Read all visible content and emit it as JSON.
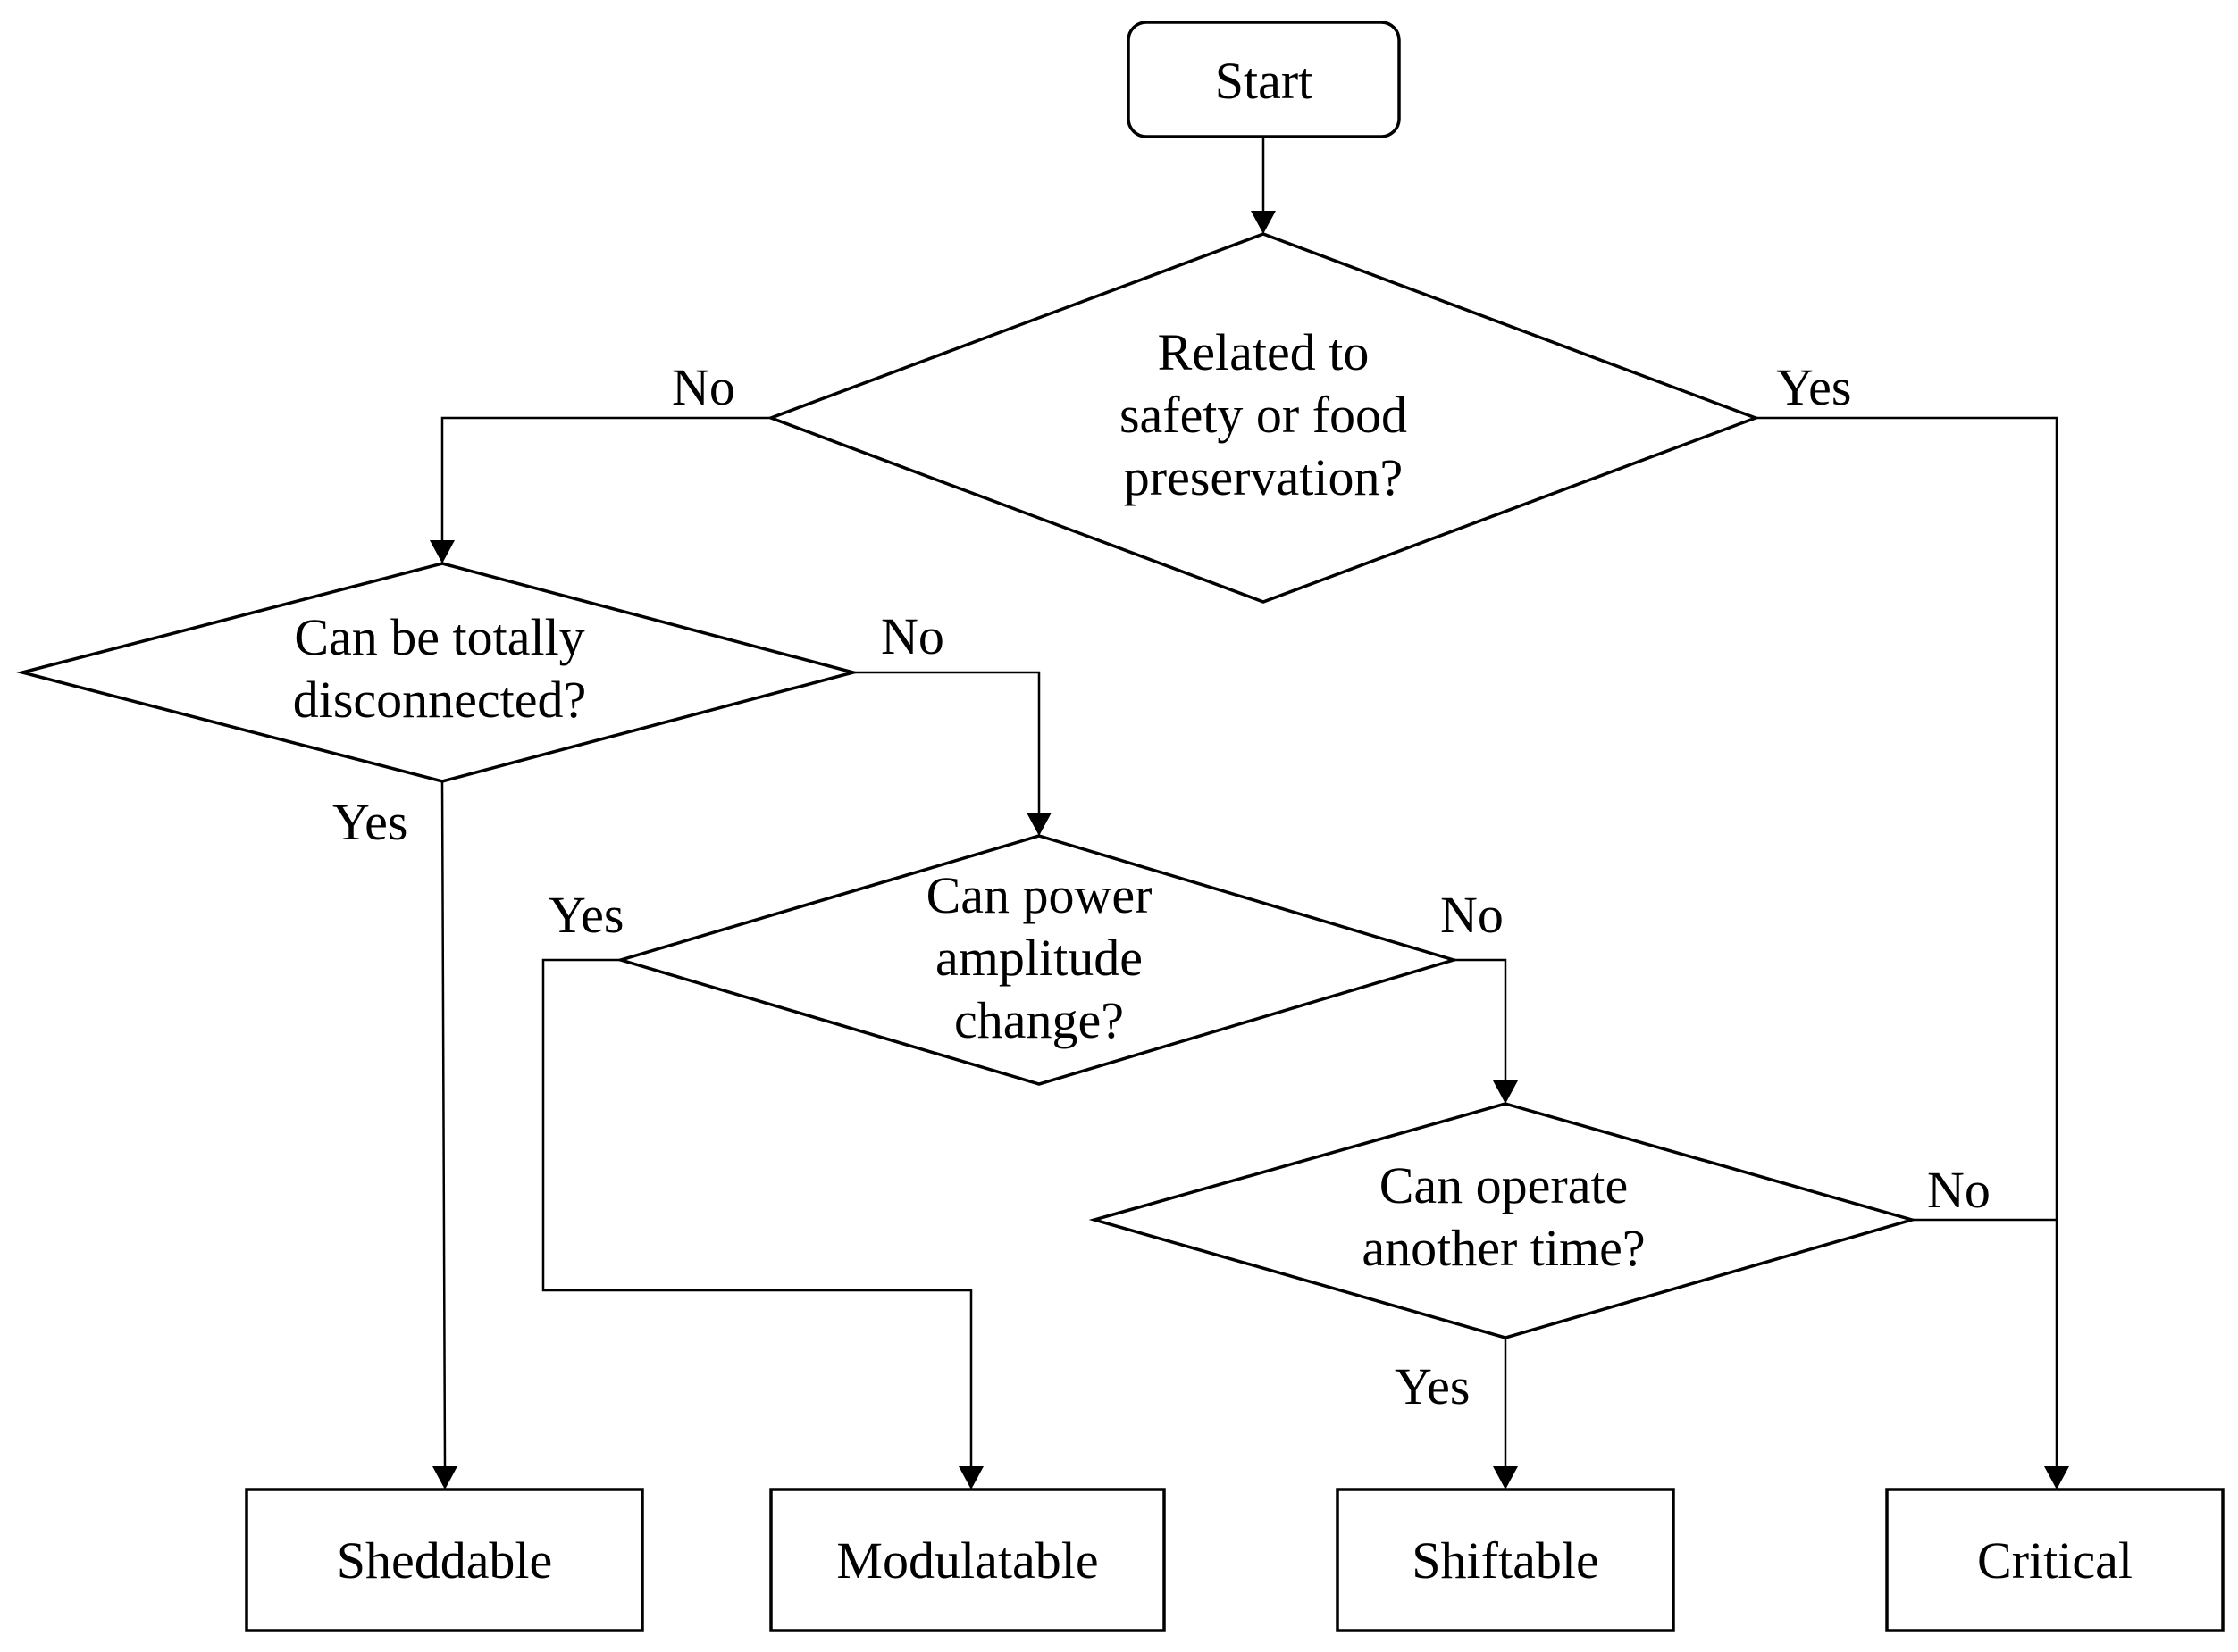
{
  "nodes": {
    "start": {
      "label": "Start"
    },
    "q_safety": {
      "lines": [
        "Related to",
        "safety or food",
        "preservation?"
      ]
    },
    "q_disconnect": {
      "lines": [
        "Can be totally",
        "disconnected?"
      ]
    },
    "q_power": {
      "lines": [
        "Can power",
        "amplitude",
        "change?"
      ]
    },
    "q_time": {
      "lines": [
        "Can operate",
        "another time?"
      ]
    },
    "sheddable": {
      "label": "Sheddable"
    },
    "modulatable": {
      "label": "Modulatable"
    },
    "shiftable": {
      "label": "Shiftable"
    },
    "critical": {
      "label": "Critical"
    }
  },
  "edges": {
    "safety_no": "No",
    "safety_yes": "Yes",
    "disconnect_no": "No",
    "disconnect_yes": "Yes",
    "power_yes": "Yes",
    "power_no": "No",
    "time_no": "No",
    "time_yes": "Yes"
  }
}
